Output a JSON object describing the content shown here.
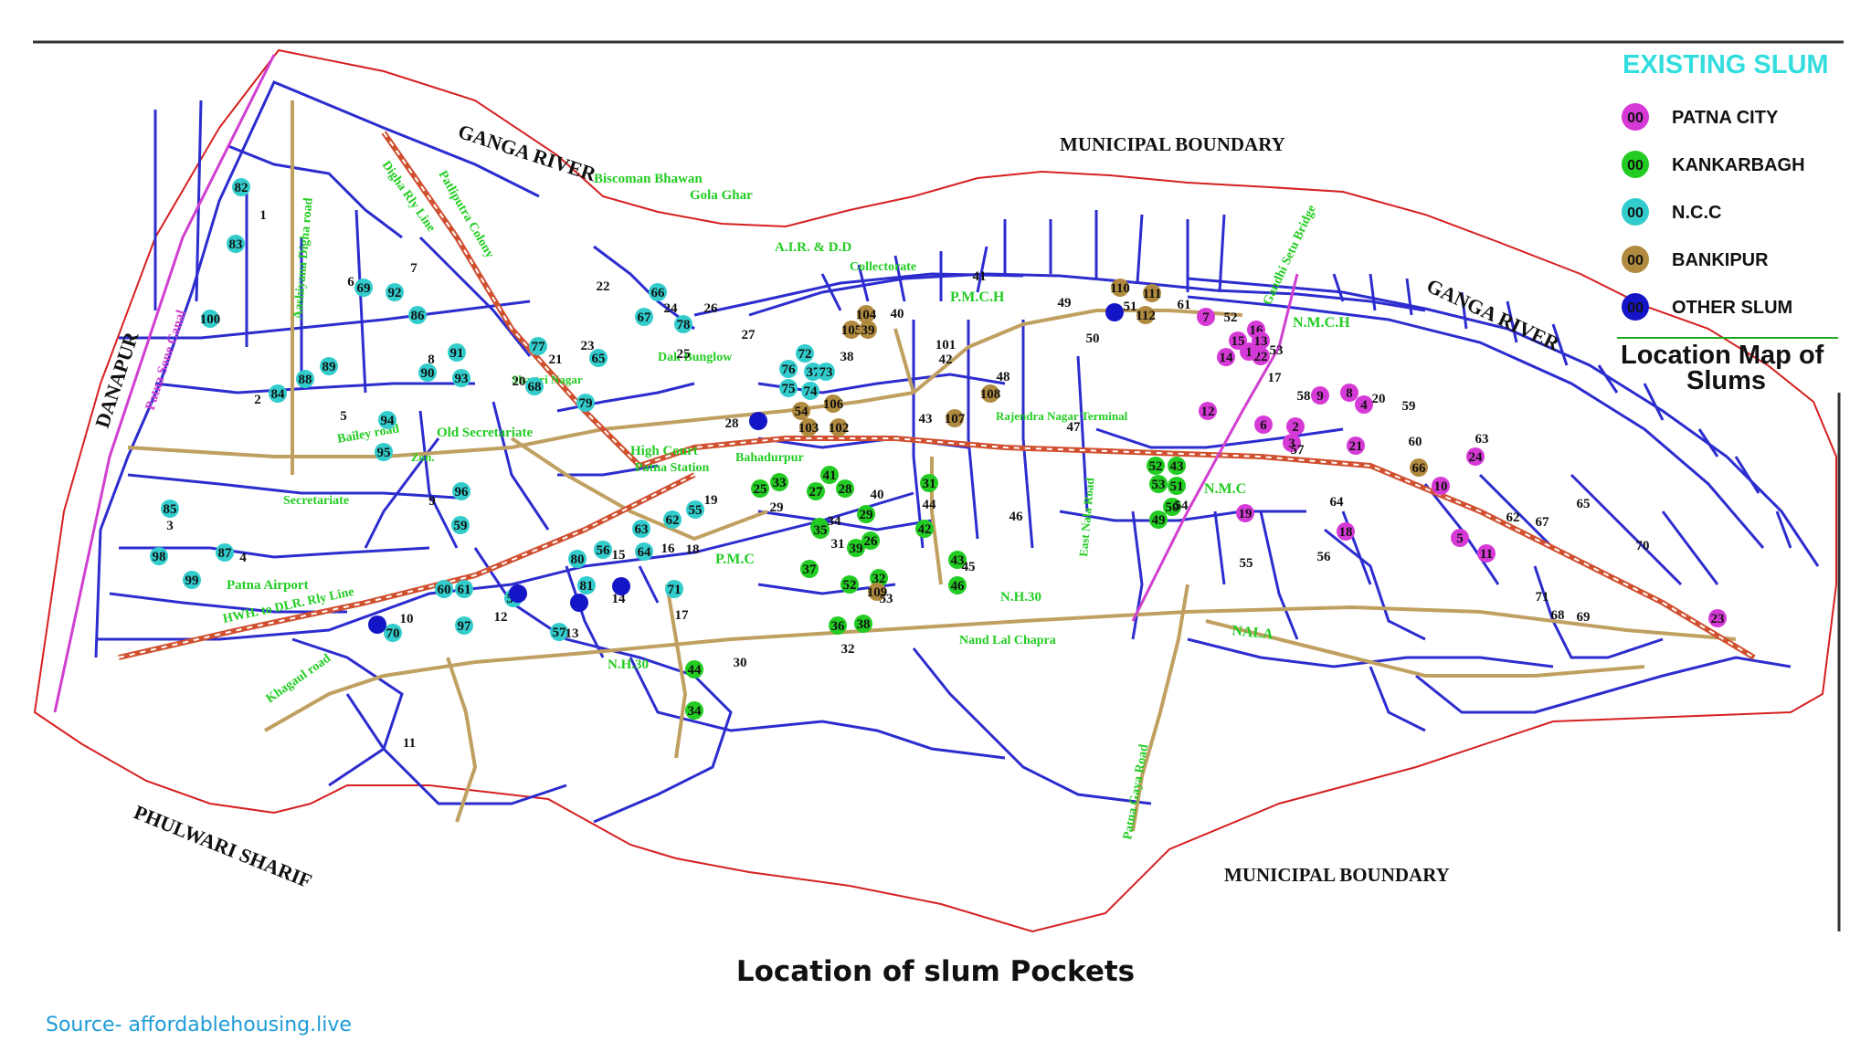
{
  "caption": "Location of slum Pockets",
  "source": "Source- affordablehousing.live",
  "legend": {
    "title": "EXISTING SLUM",
    "items": [
      {
        "code": "00",
        "label": "PATNA CITY",
        "color": "#d63ad6"
      },
      {
        "code": "00",
        "label": "KANKARBAGH",
        "color": "#22cc22"
      },
      {
        "code": "00",
        "label": "N.C.C",
        "color": "#33cccc"
      },
      {
        "code": "00",
        "label": "BANKIPUR",
        "color": "#b08a3e"
      },
      {
        "code": "00",
        "label": "OTHER SLUM",
        "color": "#1515c8"
      }
    ],
    "map_title_line1": "Location Map of",
    "map_title_line2": "Slums"
  },
  "labels": {
    "ganga_river_1": "GANGA RIVER",
    "ganga_river_2": "GANGA RIVER",
    "municipal_boundary_1": "MUNICIPAL BOUNDARY",
    "municipal_boundary_2": "MUNICIPAL BOUNDARY",
    "danapur": "DANAPUR",
    "phulwari_sharif": "PHULWARI SHARIF",
    "patna_sone_canal": "Patna Sone Canal",
    "digha_rly_line": "Digha Rly Line",
    "patliputra_colony": "Patliputra Colony",
    "bisconan_bhawan": "Biscoman Bhawan",
    "gola_ghar": "Gola Ghar",
    "air_dd": "A.I.R. & D.D",
    "collectorate": "Collectorate",
    "pmch": "P.M.C.H",
    "nmch": "N.M.C.H",
    "gandhi_setu_bridge": "Gandhi Setu Bridge",
    "bailey_road": "Bailey road",
    "old_secretariate": "Old Secretariate",
    "secretariate_zone": "Zon.",
    "high_court": "High Court",
    "patna_station": "Patna Station",
    "patna_airport": "Patna Airport",
    "hwh_dlr_rly": "HWH. to DLR. Rly Line",
    "khagaul_road": "Khagaul road",
    "nh30_1": "N.H.30",
    "nh30_2": "N.H.30",
    "pmc": "P.M.C",
    "nmc": "N.M.C",
    "nand_lal_chapra": "Nand Lal Chapra",
    "nala": "NALA",
    "patna_gaya_road": "Patna Gaya Road",
    "bahadurpur": "Bahadurpur",
    "rajendra_nagar": "Rajendra Nagar Terminal",
    "ashiyana_digha_road": "Aashiyana Digha road",
    "east_nala_road": "East Nala Road",
    "dak_bunglow": "Dak Bunglow",
    "secretariate": "Secretariate",
    "shastri_nagar": "Shastri Nagar"
  },
  "slums": [
    {
      "n": "82",
      "c": "cyan"
    },
    {
      "n": "1",
      "c": "none"
    },
    {
      "n": "83",
      "c": "cyan"
    },
    {
      "n": "100",
      "c": "cyan"
    },
    {
      "n": "6",
      "c": "none"
    },
    {
      "n": "69",
      "c": "cyan"
    },
    {
      "n": "92",
      "c": "cyan"
    },
    {
      "n": "7",
      "c": "none"
    },
    {
      "n": "86",
      "c": "cyan"
    },
    {
      "n": "89",
      "c": "cyan"
    },
    {
      "n": "88",
      "c": "cyan"
    },
    {
      "n": "2",
      "c": "none"
    },
    {
      "n": "84",
      "c": "cyan"
    },
    {
      "n": "8",
      "c": "none"
    },
    {
      "n": "90",
      "c": "cyan"
    },
    {
      "n": "91",
      "c": "cyan"
    },
    {
      "n": "93",
      "c": "cyan"
    },
    {
      "n": "5",
      "c": "none"
    },
    {
      "n": "94",
      "c": "cyan"
    },
    {
      "n": "95",
      "c": "cyan"
    },
    {
      "n": "9",
      "c": "none"
    },
    {
      "n": "96",
      "c": "cyan"
    },
    {
      "n": "59",
      "c": "cyan"
    },
    {
      "n": "85",
      "c": "cyan"
    },
    {
      "n": "3",
      "c": "none"
    },
    {
      "n": "98",
      "c": "cyan"
    },
    {
      "n": "87",
      "c": "cyan"
    },
    {
      "n": "4",
      "c": "none"
    },
    {
      "n": "99",
      "c": "cyan"
    },
    {
      "n": "22",
      "c": "none"
    },
    {
      "n": "77",
      "c": "cyan"
    },
    {
      "n": "21",
      "c": "none"
    },
    {
      "n": "23",
      "c": "none"
    },
    {
      "n": "65",
      "c": "cyan"
    },
    {
      "n": "20",
      "c": "none"
    },
    {
      "n": "68",
      "c": "cyan"
    },
    {
      "n": "79",
      "c": "cyan"
    },
    {
      "n": "66",
      "c": "cyan"
    },
    {
      "n": "24",
      "c": "none"
    },
    {
      "n": "67",
      "c": "cyan"
    },
    {
      "n": "78",
      "c": "cyan"
    },
    {
      "n": "26",
      "c": "none"
    },
    {
      "n": "27",
      "c": "none"
    },
    {
      "n": "25",
      "c": "none"
    },
    {
      "n": "28",
      "c": "none"
    },
    {
      "n": "60",
      "c": "cyan"
    },
    {
      "n": "61",
      "c": "cyan"
    },
    {
      "n": "58",
      "c": "cyan"
    },
    {
      "n": "97",
      "c": "cyan"
    },
    {
      "n": "10",
      "c": "none"
    },
    {
      "n": "70",
      "c": "cyan"
    },
    {
      "n": "12",
      "c": "none"
    },
    {
      "n": "57",
      "c": "cyan"
    },
    {
      "n": "13",
      "c": "none"
    },
    {
      "n": "80",
      "c": "cyan"
    },
    {
      "n": "56",
      "c": "cyan"
    },
    {
      "n": "15",
      "c": "none"
    },
    {
      "n": "81",
      "c": "cyan"
    },
    {
      "n": "14",
      "c": "none"
    },
    {
      "n": "63",
      "c": "cyan"
    },
    {
      "n": "62",
      "c": "cyan"
    },
    {
      "n": "55",
      "c": "cyan"
    },
    {
      "n": "64",
      "c": "cyan"
    },
    {
      "n": "16",
      "c": "none"
    },
    {
      "n": "18",
      "c": "none"
    },
    {
      "n": "71",
      "c": "cyan"
    },
    {
      "n": "17",
      "c": "none"
    },
    {
      "n": "19",
      "c": "none"
    },
    {
      "n": "11",
      "c": "none"
    },
    {
      "n": "30",
      "c": "none"
    },
    {
      "n": "44",
      "c": "green"
    },
    {
      "n": "34",
      "c": "green"
    },
    {
      "n": "72",
      "c": "cyan"
    },
    {
      "n": "76",
      "c": "cyan"
    },
    {
      "n": "37",
      "c": "cyan"
    },
    {
      "n": "73",
      "c": "cyan"
    },
    {
      "n": "75",
      "c": "cyan"
    },
    {
      "n": "74",
      "c": "cyan"
    },
    {
      "n": "104",
      "c": "brown"
    },
    {
      "n": "105",
      "c": "brown"
    },
    {
      "n": "39",
      "c": "brown"
    },
    {
      "n": "40",
      "c": "none"
    },
    {
      "n": "38",
      "c": "none"
    },
    {
      "n": "106",
      "c": "brown"
    },
    {
      "n": "54",
      "c": "brown"
    },
    {
      "n": "103",
      "c": "brown"
    },
    {
      "n": "102",
      "c": "brown"
    },
    {
      "n": "101",
      "c": "none"
    },
    {
      "n": "42",
      "c": "none"
    },
    {
      "n": "41",
      "c": "none"
    },
    {
      "n": "108",
      "c": "brown"
    },
    {
      "n": "48",
      "c": "none"
    },
    {
      "n": "43",
      "c": "none"
    },
    {
      "n": "107",
      "c": "brown"
    },
    {
      "n": "47",
      "c": "none"
    },
    {
      "n": "49",
      "c": "none"
    },
    {
      "n": "50",
      "c": "none"
    },
    {
      "n": "110",
      "c": "brown"
    },
    {
      "n": "111",
      "c": "brown"
    },
    {
      "n": "112",
      "c": "brown"
    },
    {
      "n": "51",
      "c": "none"
    },
    {
      "n": "25",
      "c": "green"
    },
    {
      "n": "33",
      "c": "green"
    },
    {
      "n": "29",
      "c": "none"
    },
    {
      "n": "27",
      "c": "green"
    },
    {
      "n": "28",
      "c": "green"
    },
    {
      "n": "41",
      "c": "green"
    },
    {
      "n": "30",
      "c": "green"
    },
    {
      "n": "34",
      "c": "none"
    },
    {
      "n": "29",
      "c": "green"
    },
    {
      "n": "39",
      "c": "green"
    },
    {
      "n": "40",
      "c": "none"
    },
    {
      "n": "35",
      "c": "green"
    },
    {
      "n": "31",
      "c": "none"
    },
    {
      "n": "26",
      "c": "green"
    },
    {
      "n": "37",
      "c": "green"
    },
    {
      "n": "32",
      "c": "green"
    },
    {
      "n": "52",
      "c": "green"
    },
    {
      "n": "109",
      "c": "brown"
    },
    {
      "n": "53",
      "c": "none"
    },
    {
      "n": "36",
      "c": "green"
    },
    {
      "n": "38",
      "c": "green"
    },
    {
      "n": "32",
      "c": "none"
    },
    {
      "n": "31",
      "c": "green"
    },
    {
      "n": "44",
      "c": "none"
    },
    {
      "n": "42",
      "c": "green"
    },
    {
      "n": "46",
      "c": "none"
    },
    {
      "n": "43",
      "c": "green"
    },
    {
      "n": "45",
      "c": "none"
    },
    {
      "n": "46",
      "c": "green"
    },
    {
      "n": "52",
      "c": "green"
    },
    {
      "n": "43",
      "c": "green"
    },
    {
      "n": "53",
      "c": "green"
    },
    {
      "n": "51",
      "c": "green"
    },
    {
      "n": "50",
      "c": "green"
    },
    {
      "n": "49",
      "c": "green"
    },
    {
      "n": "54",
      "c": "none"
    },
    {
      "n": "55",
      "c": "none"
    },
    {
      "n": "56",
      "c": "none"
    },
    {
      "n": "61",
      "c": "none"
    },
    {
      "n": "7",
      "c": "magenta"
    },
    {
      "n": "52",
      "c": "none"
    },
    {
      "n": "16",
      "c": "magenta"
    },
    {
      "n": "15",
      "c": "magenta"
    },
    {
      "n": "13",
      "c": "magenta"
    },
    {
      "n": "14",
      "c": "magenta"
    },
    {
      "n": "22",
      "c": "magenta"
    },
    {
      "n": "53",
      "c": "none"
    },
    {
      "n": "1",
      "c": "magenta"
    },
    {
      "n": "17",
      "c": "none"
    },
    {
      "n": "58",
      "c": "none"
    },
    {
      "n": "9",
      "c": "magenta"
    },
    {
      "n": "8",
      "c": "magenta"
    },
    {
      "n": "4",
      "c": "magenta"
    },
    {
      "n": "20",
      "c": "none"
    },
    {
      "n": "59",
      "c": "none"
    },
    {
      "n": "12",
      "c": "magenta"
    },
    {
      "n": "6",
      "c": "magenta"
    },
    {
      "n": "2",
      "c": "magenta"
    },
    {
      "n": "3",
      "c": "magenta"
    },
    {
      "n": "57",
      "c": "none"
    },
    {
      "n": "21",
      "c": "magenta"
    },
    {
      "n": "60",
      "c": "none"
    },
    {
      "n": "63",
      "c": "none"
    },
    {
      "n": "24",
      "c": "magenta"
    },
    {
      "n": "66",
      "c": "brown"
    },
    {
      "n": "10",
      "c": "magenta"
    },
    {
      "n": "64",
      "c": "none"
    },
    {
      "n": "18",
      "c": "magenta"
    },
    {
      "n": "19",
      "c": "magenta"
    },
    {
      "n": "5",
      "c": "magenta"
    },
    {
      "n": "11",
      "c": "magenta"
    },
    {
      "n": "62",
      "c": "none"
    },
    {
      "n": "67",
      "c": "none"
    },
    {
      "n": "65",
      "c": "none"
    },
    {
      "n": "70",
      "c": "none"
    },
    {
      "n": "71",
      "c": "none"
    },
    {
      "n": "68",
      "c": "none"
    },
    {
      "n": "69",
      "c": "none"
    },
    {
      "n": "23",
      "c": "magenta"
    },
    {
      "n": "72",
      "c": "none"
    }
  ]
}
